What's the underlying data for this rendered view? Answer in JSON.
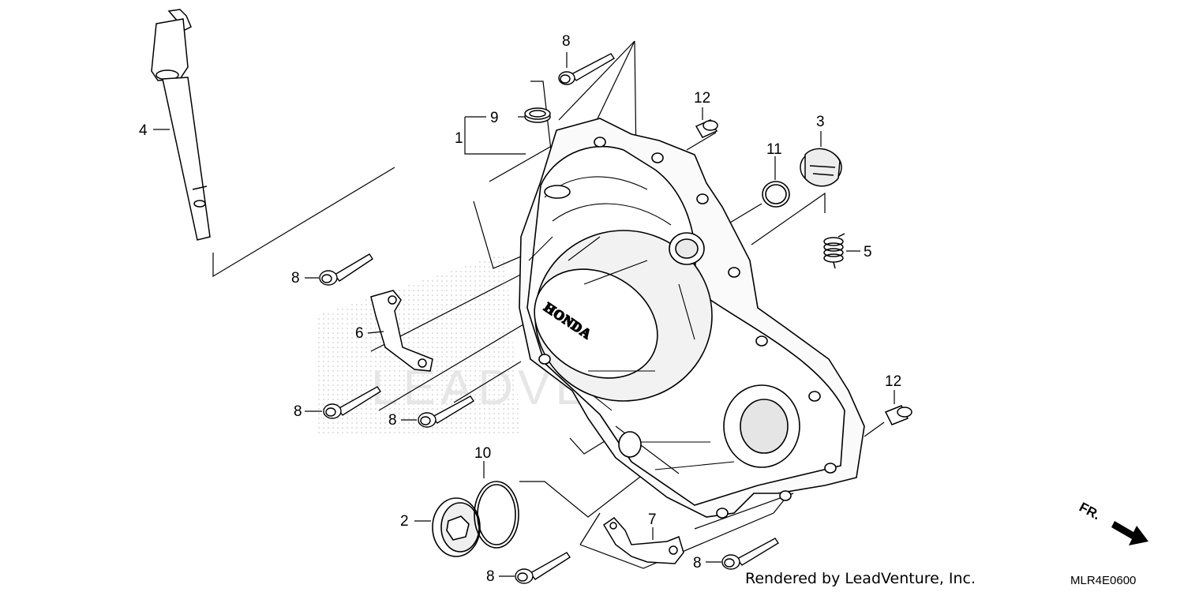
{
  "diagram": {
    "watermark": "LEADVENTURE",
    "emblem_text": "HONDA",
    "direction_label": "FR.",
    "footer_credit": "Rendered by LeadVenture, Inc.",
    "diagram_code": "MLR4E0600",
    "callouts": {
      "c1": "1",
      "c2": "2",
      "c3": "3",
      "c4": "4",
      "c5": "5",
      "c6": "6",
      "c7": "7",
      "c8": "8",
      "c9": "9",
      "c10": "10",
      "c11": "11",
      "c12": "12"
    }
  }
}
